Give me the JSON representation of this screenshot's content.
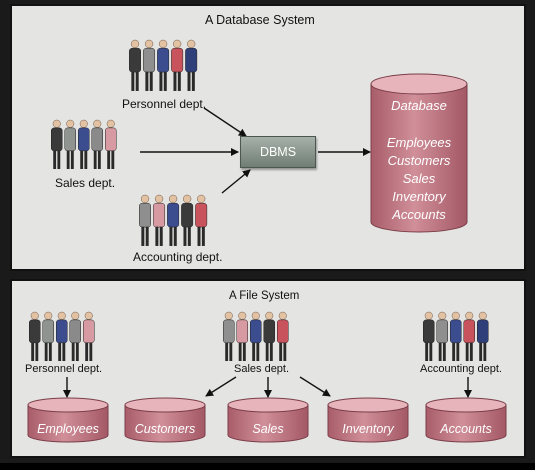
{
  "db_system": {
    "title": "A Database System",
    "groups": {
      "personnel": "Personnel dept.",
      "sales": "Sales dept.",
      "accounting": "Accounting dept."
    },
    "dbms_label": "DBMS",
    "database": {
      "title": "Database",
      "contents": [
        "Employees",
        "Customers",
        "Sales",
        "Inventory",
        "Accounts"
      ]
    }
  },
  "file_system": {
    "title": "A File System",
    "groups": {
      "personnel": "Personnel dept.",
      "sales": "Sales dept.",
      "accounting": "Accounting dept."
    },
    "files": [
      "Employees",
      "Customers",
      "Sales",
      "Inventory",
      "Accounts"
    ]
  },
  "colors": {
    "cylinder": "#c77d88",
    "panel": "#e4e4e2",
    "dbms": "#8e9a91"
  }
}
